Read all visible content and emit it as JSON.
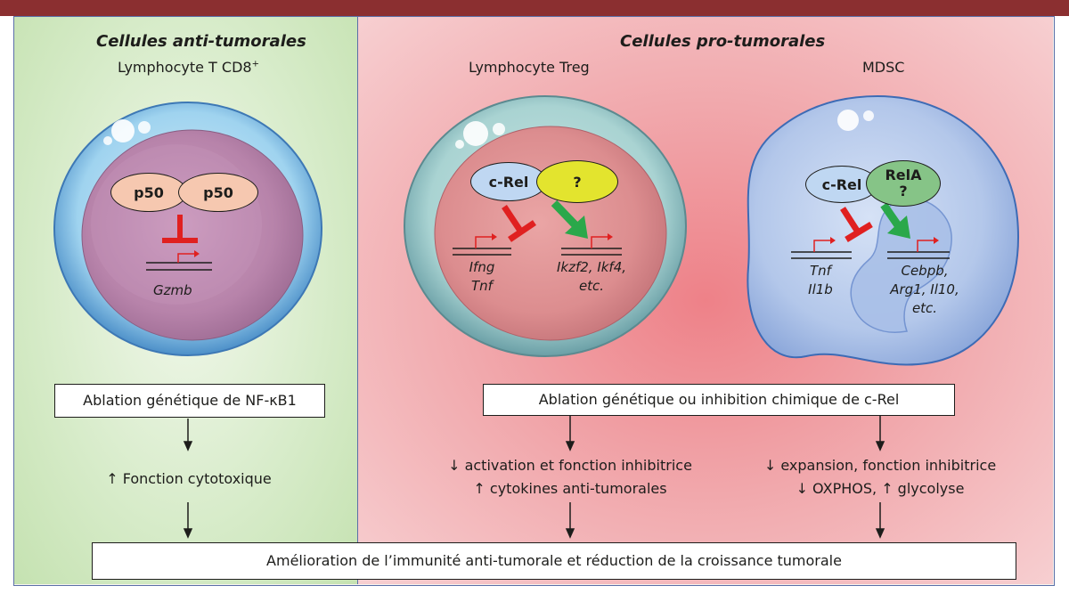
{
  "headers": {
    "anti": "Cellules anti-tumorales",
    "pro": "Cellules pro-tumorales"
  },
  "cells": {
    "cd8": {
      "name": "Lymphocyte T CD8",
      "name_sup": "+",
      "proteins": [
        "p50",
        "p50"
      ],
      "gene": "Gzmb"
    },
    "treg": {
      "name": "Lymphocyte Treg",
      "proteins": [
        "c-Rel",
        "?"
      ],
      "repressed_genes": [
        "Ifng",
        "Tnf"
      ],
      "activated_genes": [
        "Ikzf2, Ikf4,",
        "etc."
      ]
    },
    "mdsc": {
      "name": "MDSC",
      "proteins": [
        "c-Rel",
        "RelA",
        "?"
      ],
      "repressed_genes": [
        "Tnf",
        "Il1b"
      ],
      "activated_genes": [
        "Cebpb,",
        "Arg1, Il10,",
        "etc."
      ]
    }
  },
  "boxes": {
    "nfkb1": "Ablation génétique de NF-κB1",
    "crel": "Ablation génétique ou inhibition chimique de c-Rel",
    "bottom": "Amélioration de l’immunité anti-tumorale et réduction de la croissance tumorale"
  },
  "effects": {
    "cd8": "↑ Fonction cytotoxique",
    "treg": [
      "↓ activation et fonction inhibitrice",
      "↑ cytokines anti-tumorales"
    ],
    "mdsc": [
      "↓ expansion, fonction inhibitrice",
      "↓ OXPHOS, ↑ glycolyse"
    ]
  },
  "colors": {
    "left_bg": "#d6ebc8",
    "right_bg": "#f1a9ad",
    "inhibit": "#e02020",
    "activate": "#2aa84a",
    "p50": "#f6c8b0",
    "crel": "#bfd7f2",
    "unknown": "#e3e42e",
    "rela": "#86c487"
  }
}
